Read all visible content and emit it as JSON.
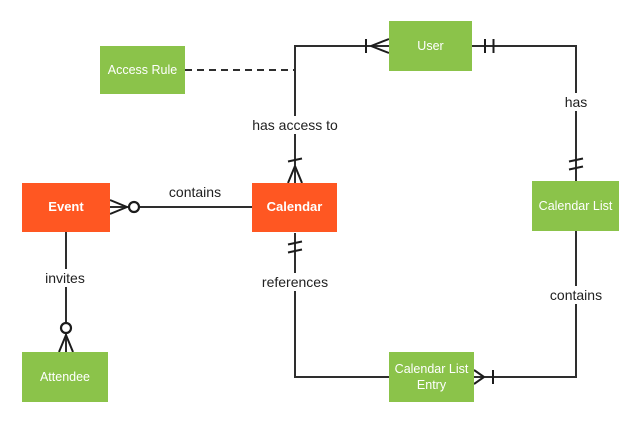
{
  "diagram": {
    "type": "entity-relationship",
    "subject": "Calendar / Google Calendar concepts ER diagram",
    "colors": {
      "entity_green": "#8BC34A",
      "entity_orange": "#FF5722",
      "line": "#2e2e2e",
      "label_text": "#212121",
      "entity_text": "#ffffff",
      "background": "#ffffff"
    },
    "entities": [
      {
        "label": "Access Rule",
        "color": "green"
      },
      {
        "label": "User",
        "color": "green"
      },
      {
        "label": "Event",
        "color": "orange"
      },
      {
        "label": "Calendar",
        "color": "orange"
      },
      {
        "label": "Calendar List",
        "color": "green"
      },
      {
        "label": "Attendee",
        "color": "green"
      },
      {
        "label": "Calendar List Entry",
        "color": "green"
      }
    ],
    "relationships": [
      {
        "from": "Event",
        "to": "Calendar",
        "label": "contains",
        "event_end": "zero-or-many",
        "calendar_end": "plain",
        "style": "solid"
      },
      {
        "from": "Calendar",
        "to": "User",
        "label": "has access to",
        "calendar_end": "one-or-many",
        "user_end": "one-or-many",
        "style": "solid"
      },
      {
        "from": "Access Rule",
        "to": "Calendar-User connector",
        "label": "",
        "style": "dashed"
      },
      {
        "from": "User",
        "to": "Calendar List",
        "label": "has",
        "user_end": "exactly-one",
        "calendar_list_end": "exactly-one",
        "style": "solid"
      },
      {
        "from": "Calendar List",
        "to": "Calendar List Entry",
        "label": "contains",
        "calendar_list_end": "plain",
        "entry_end": "one-or-many",
        "style": "solid"
      },
      {
        "from": "Calendar",
        "to": "Calendar List Entry",
        "label": "references",
        "calendar_end": "exactly-one",
        "entry_end": "plain",
        "style": "solid"
      },
      {
        "from": "Event",
        "to": "Attendee",
        "label": "invites",
        "event_end": "plain",
        "attendee_end": "zero-or-many",
        "style": "solid"
      }
    ]
  }
}
